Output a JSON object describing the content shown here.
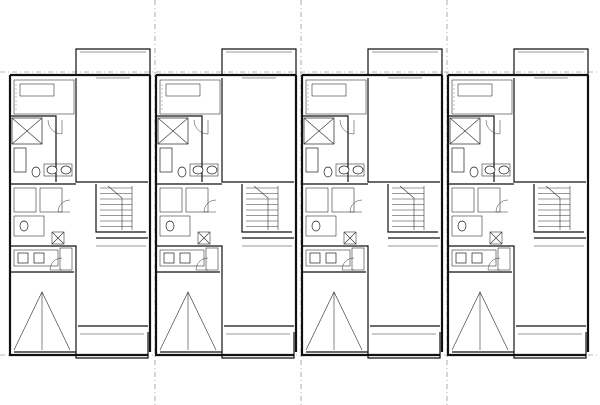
{
  "drawing": {
    "type": "rowhouse-floor-plan",
    "unit_count": 4,
    "colors": {
      "wall": "#111111",
      "fixture": "#222222",
      "center_line": "#777777",
      "background": "#ffffff"
    },
    "units": [
      {
        "id": "unit-1"
      },
      {
        "id": "unit-2"
      },
      {
        "id": "unit-3"
      },
      {
        "id": "unit-4"
      }
    ]
  }
}
